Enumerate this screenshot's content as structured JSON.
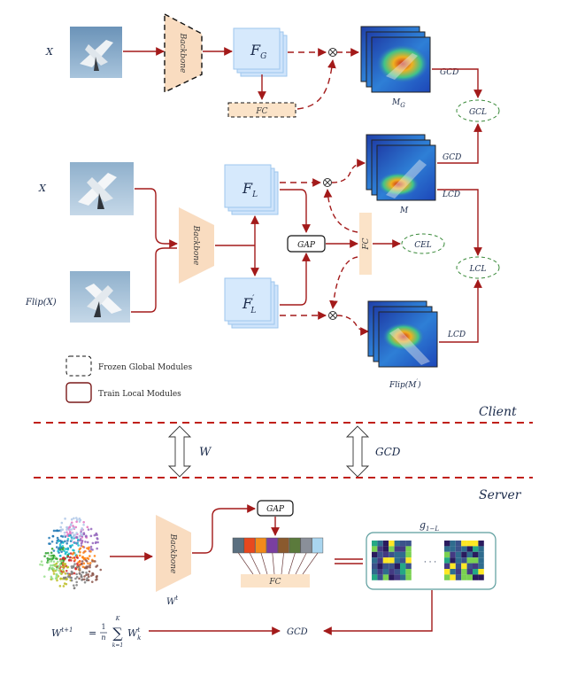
{
  "top": {
    "input_label": "X",
    "backbone_label": "Backbone",
    "feature_label": "F",
    "feature_sub": "G",
    "fc_label": "FC",
    "map_label": "M",
    "map_sub": "G",
    "gcd_label": "GCD",
    "gcl_label": "GCL"
  },
  "middle": {
    "input_label": "X",
    "flip_label": "Flip(X)",
    "backbone_label": "Backbone",
    "feature_label": "F",
    "feature_sub": "L",
    "feature2_label": "F",
    "feature2_sub": "L",
    "feature2_prime": "′",
    "gap_label": "GAP",
    "fc_label": "FC",
    "cel_label": "CEL",
    "lcl_label": "LCL",
    "map_label": "M",
    "flip_map_label": "Flip(M",
    "flip_map_prime": "′",
    "flip_map_close": ")",
    "gcd_label": "GCD",
    "lcd_label": "LCD",
    "lcd2_label": "LCD"
  },
  "legend": {
    "frozen": "Frozen Global Modules",
    "train": "Train Local Modules"
  },
  "divider": {
    "client": "Client",
    "server": "Server",
    "w_label": "W",
    "gcd_label": "GCD"
  },
  "server": {
    "backbone_label": "Backbone",
    "w_label": "W",
    "w_sup": "t",
    "gap_label": "GAP",
    "fc_label": "FC",
    "g_label": "g",
    "g_sub": "1−L",
    "ellipsis": "· · ·",
    "formula_lhs": "W",
    "formula_lhs_sup": "t+1",
    "formula_eq": "=",
    "formula_num": "1",
    "formula_den": "n",
    "formula_sum": "∑",
    "formula_sum_top": "K",
    "formula_sum_bottom": "k=1",
    "formula_term": "W",
    "formula_term_sup": "t",
    "formula_term_sub": "k",
    "gcd_label": "GCD"
  },
  "colors": {
    "arrow": "#a31a1a",
    "feature_fill": "#cfe4fb",
    "feature_stroke": "#9ec6ee",
    "backbone_fill": "#f9dcc0",
    "fc_fill": "#fbe3c8",
    "ellipse_stroke": "#3a8a3a",
    "panel_stroke": "#5a9c9c",
    "divider": "#c0201a",
    "slot_colors": [
      "#5a6f7f",
      "#e8481e",
      "#f28a1a",
      "#7a3fa0",
      "#8a5a2e",
      "#5b7a3c",
      "#8a8f99",
      "#a9d5ef"
    ]
  }
}
